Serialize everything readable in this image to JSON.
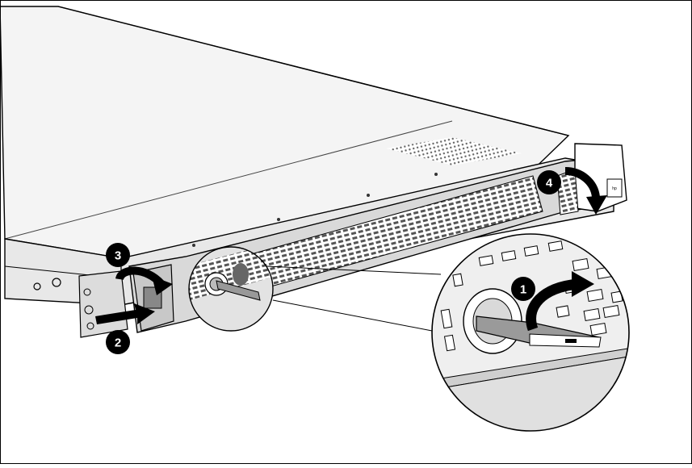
{
  "steps": [
    {
      "number": "1",
      "label": "step-1"
    },
    {
      "number": "2",
      "label": "step-2"
    },
    {
      "number": "3",
      "label": "step-3"
    },
    {
      "number": "4",
      "label": "step-4"
    }
  ],
  "colors": {
    "line": "#000000",
    "chassis_top": "#f2f2f2",
    "chassis_front": "#e6e6e6",
    "vent": "#555555",
    "bezel": "#d0d0d0",
    "arrow": "#000000",
    "badge": "#000000"
  }
}
